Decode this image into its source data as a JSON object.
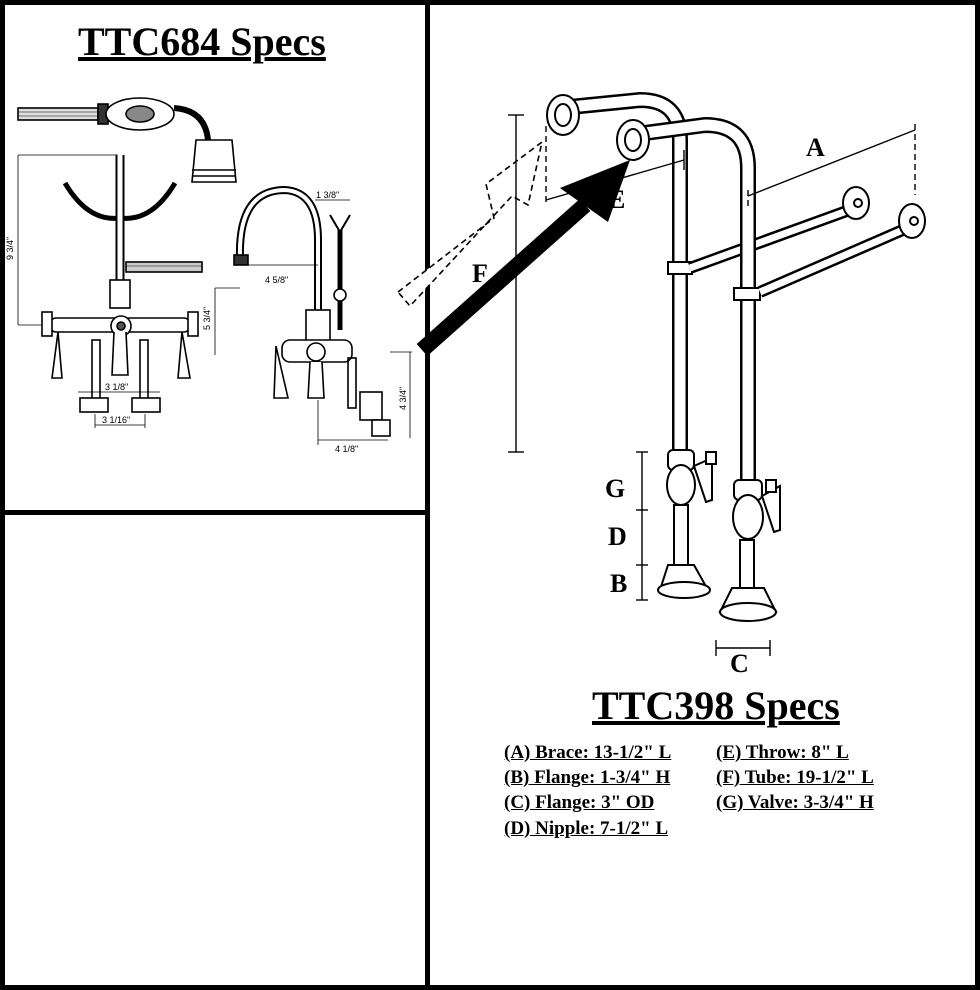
{
  "left_panel": {
    "title": "TTC684 Specs",
    "dims": [
      "9 3/4\"",
      "3 1/8\"",
      "3 1/16\"",
      "4 5/8\"",
      "5 3/4\"",
      "1 3/8\"",
      "4 3/4\"",
      "4 1/8\""
    ]
  },
  "right_panel": {
    "title": "TTC398 Specs",
    "letters": [
      "A",
      "E",
      "F",
      "G",
      "D",
      "B",
      "C"
    ],
    "specs_left": [
      "(A) Brace:   13-1/2\" L",
      "(B) Flange: 1-3/4\" H",
      "(C) Flange: 3\" OD",
      "(D) Nipple: 7-1/2\" L"
    ],
    "specs_right": [
      "(E) Throw: 8\" L",
      "(F) Tube: 19-1/2\" L",
      "(G) Valve: 3-3/4\" H"
    ]
  }
}
